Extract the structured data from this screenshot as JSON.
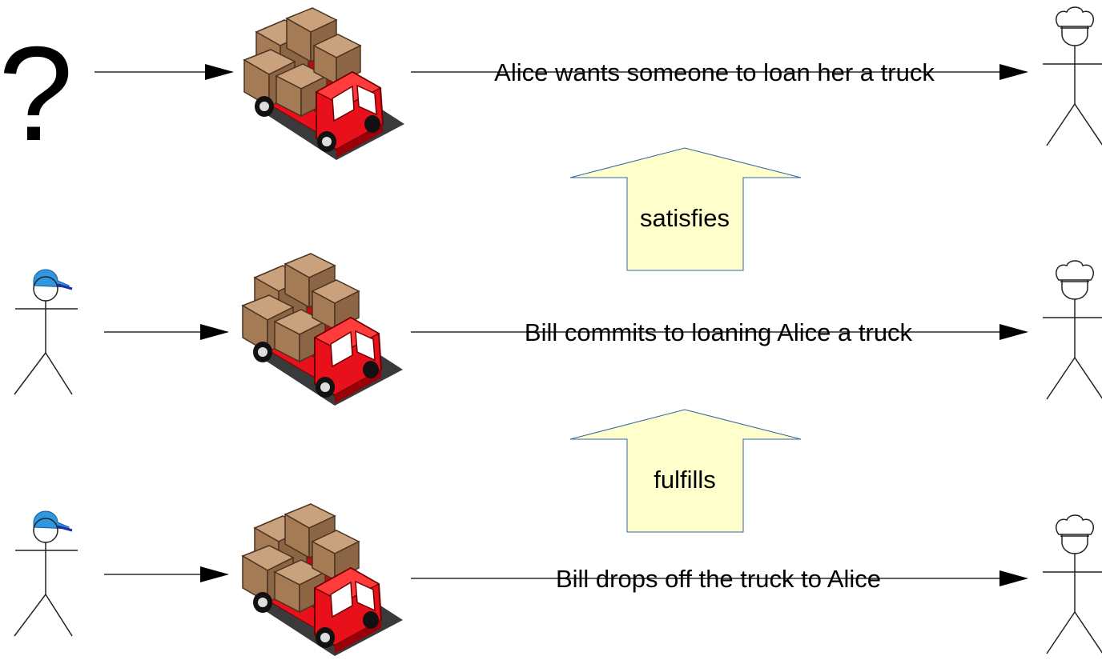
{
  "rows": [
    {
      "source": "question-mark",
      "source_text": "?",
      "label": "Alice wants someone to loan her a truck",
      "target": "alice"
    },
    {
      "source": "bill",
      "label": "Bill commits to loaning Alice a truck",
      "target": "alice"
    },
    {
      "source": "bill",
      "label": "Bill drops off the truck to Alice",
      "target": "alice"
    }
  ],
  "relations": [
    {
      "label": "satisfies",
      "from_row": 2,
      "to_row": 1
    },
    {
      "label": "fulfills",
      "from_row": 3,
      "to_row": 2
    }
  ],
  "colors": {
    "relation_fill": "#ffffcc",
    "relation_stroke": "#3465a4",
    "truck_red": "#e8101a",
    "box_brown": "#b08766",
    "cap_blue": "#2e97e0"
  },
  "icons": {
    "truck": "delivery-truck-with-boxes-icon",
    "bill": "stick-figure-with-cap-icon",
    "alice": "stick-figure-with-chef-hat-icon"
  }
}
